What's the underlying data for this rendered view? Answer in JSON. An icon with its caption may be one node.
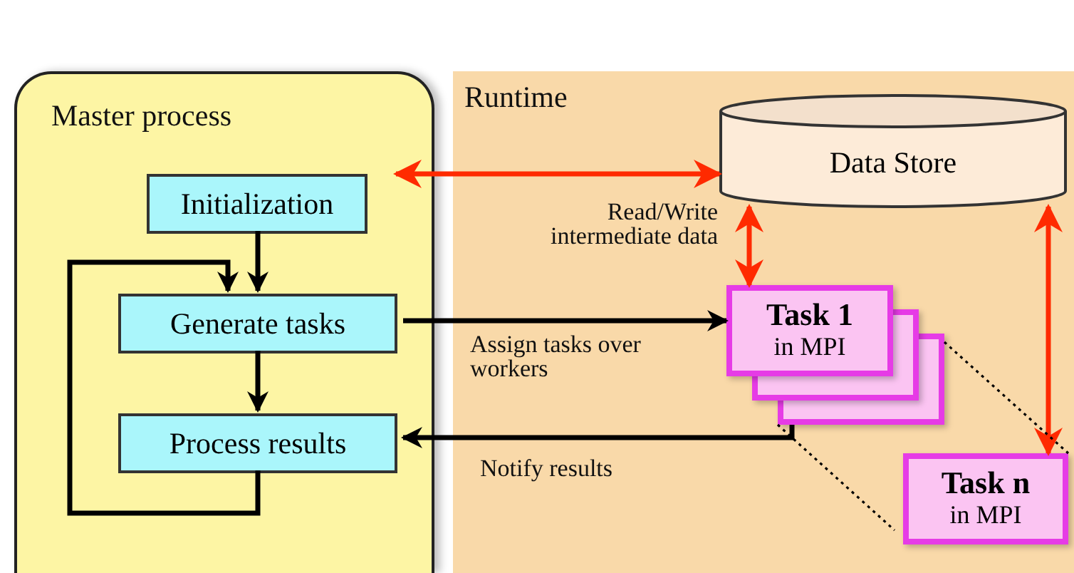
{
  "diagram": {
    "nodes": [
      {
        "text": [
          "Master process"
        ]
      },
      {
        "text": [
          "Runtime"
        ]
      },
      {
        "text": [
          "Initialization"
        ],
        "in": 0
      },
      {
        "text": [
          "Generate tasks"
        ],
        "in": 0
      },
      {
        "text": [
          "Process results"
        ],
        "in": 0
      },
      {
        "text": [
          "Data Store"
        ],
        "in": 1
      },
      {
        "text": [
          "Task 1",
          "in MPI"
        ],
        "in": 1
      },
      {
        "text": [
          "Task n",
          "in MPI"
        ],
        "in": 1
      }
    ],
    "edges": [
      {
        "from": 0,
        "to": 5,
        "arrow": "both",
        "color": "#ff2a00"
      },
      {
        "from": 2,
        "to": 3,
        "arrow": "to"
      },
      {
        "from": 3,
        "to": 4,
        "arrow": "to"
      },
      {
        "from": 4,
        "to": 3,
        "arrow": "to"
      },
      {
        "from": 3,
        "to": 6,
        "arrow": "to",
        "label": "Assign tasks over workers"
      },
      {
        "from": 6,
        "to": 4,
        "arrow": "to",
        "label": "Notify results"
      },
      {
        "from": 5,
        "to": 6,
        "arrow": "both",
        "color": "#ff2a00",
        "label": "Read/Write intermediate data"
      },
      {
        "from": 5,
        "to": 7,
        "arrow": "both",
        "color": "#ff2a00"
      },
      {
        "from": 6,
        "to": 7,
        "arrow": "none",
        "style": "dashed"
      },
      {
        "from": 6,
        "to": 7,
        "arrow": "none",
        "style": "dashed"
      }
    ]
  }
}
